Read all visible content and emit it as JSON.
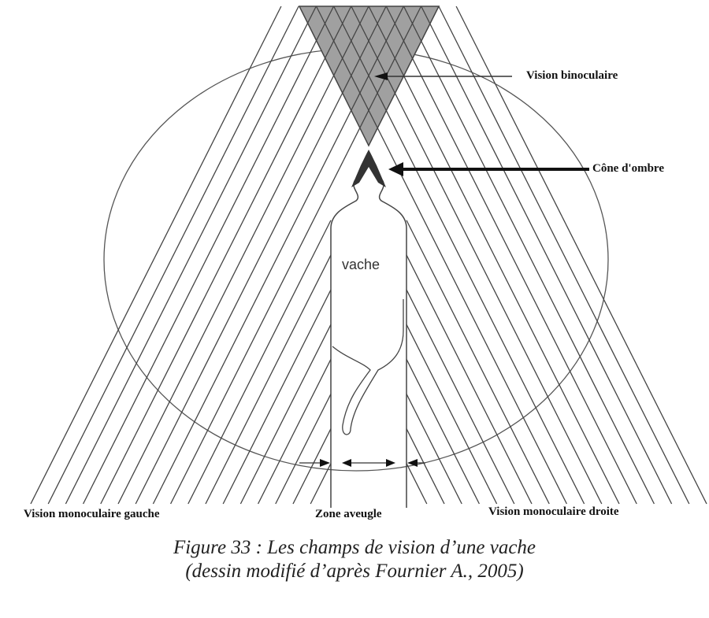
{
  "labels": {
    "binocular": "Vision binoculaire",
    "shadow_cone": "Cône d'ombre",
    "animal": "vache",
    "left_monocular": "Vision monoculaire gauche",
    "blind_zone": "Zone aveugle",
    "right_monocular": "Vision monoculaire droite"
  },
  "caption": {
    "line1": "Figure 33 : Les champs de vision d’une vache",
    "line2": "(dessin modifié d’après Fournier A., 2005)"
  },
  "colors": {
    "binocular_fill": "#a0a0a0",
    "lines": "#444444"
  }
}
